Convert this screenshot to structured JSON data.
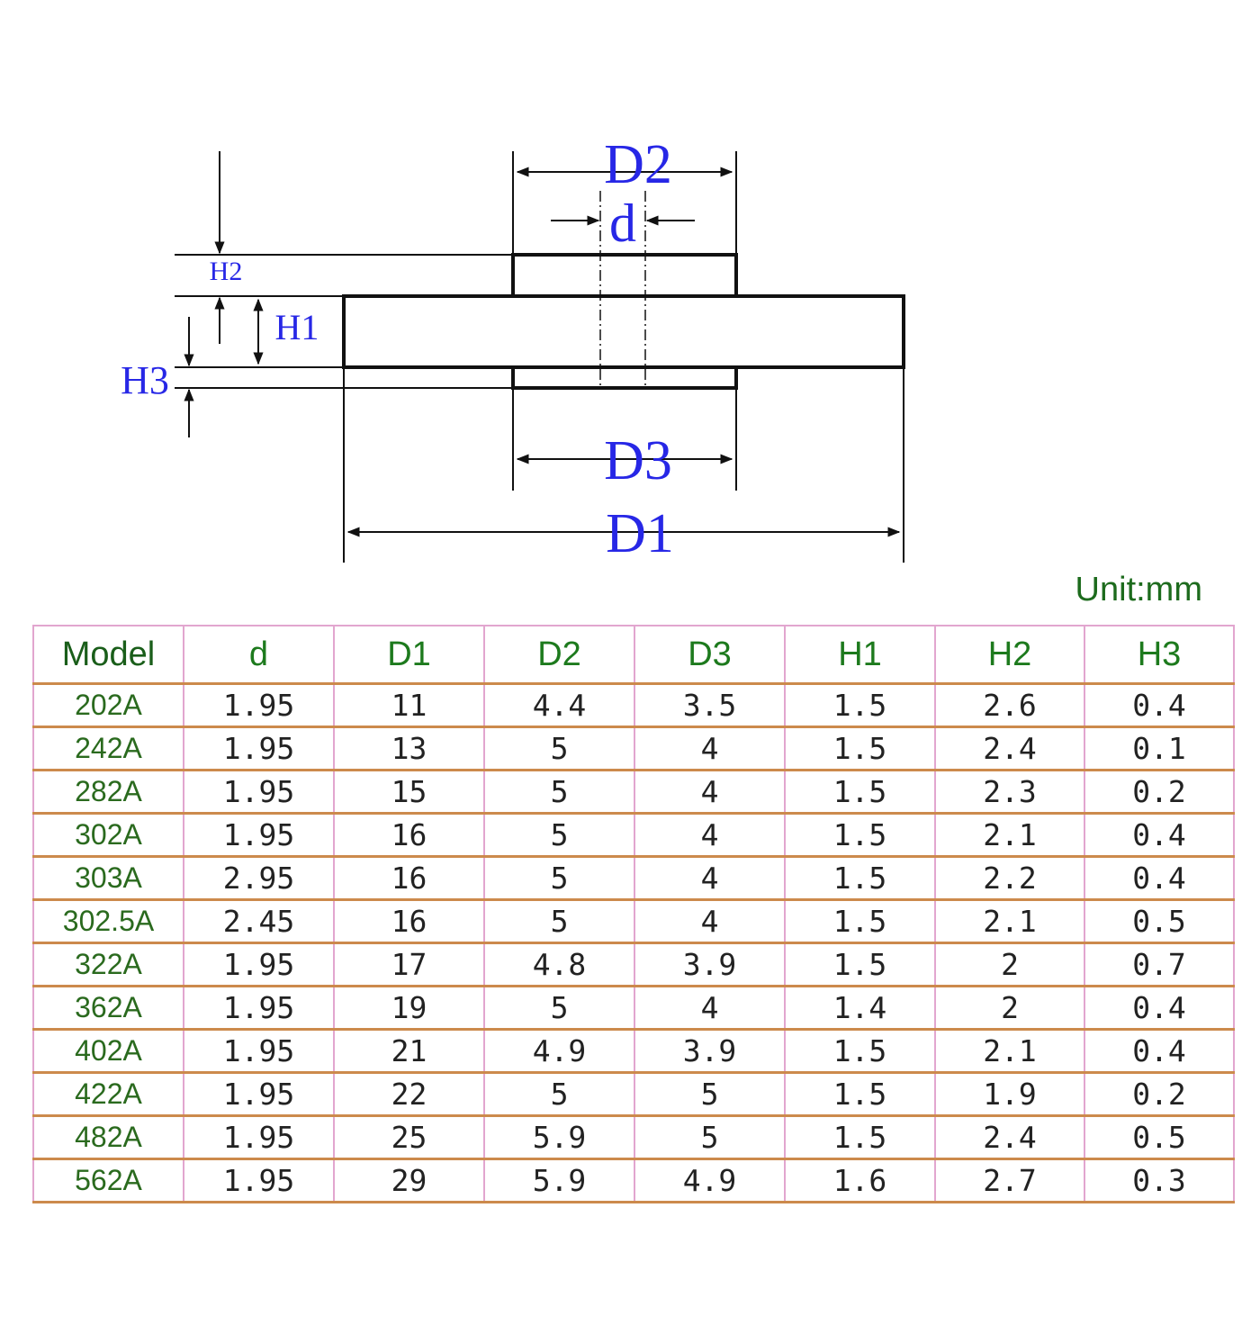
{
  "diagram": {
    "labels": {
      "D2": "D2",
      "d": "d",
      "H2": "H2",
      "H1": "H1",
      "H3": "H3",
      "D3": "D3",
      "D1": "D1"
    },
    "text_color": "#2727e6",
    "line_color": "#111111"
  },
  "unit_label": "Unit:mm",
  "table": {
    "columns": [
      "Model",
      "d",
      "D1",
      "D2",
      "D3",
      "H1",
      "H2",
      "H3"
    ],
    "rows": [
      [
        "202A",
        "1.95",
        "11",
        "4.4",
        "3.5",
        "1.5",
        "2.6",
        "0.4"
      ],
      [
        "242A",
        "1.95",
        "13",
        "5",
        "4",
        "1.5",
        "2.4",
        "0.1"
      ],
      [
        "282A",
        "1.95",
        "15",
        "5",
        "4",
        "1.5",
        "2.3",
        "0.2"
      ],
      [
        "302A",
        "1.95",
        "16",
        "5",
        "4",
        "1.5",
        "2.1",
        "0.4"
      ],
      [
        "303A",
        "2.95",
        "16",
        "5",
        "4",
        "1.5",
        "2.2",
        "0.4"
      ],
      [
        "302.5A",
        "2.45",
        "16",
        "5",
        "4",
        "1.5",
        "2.1",
        "0.5"
      ],
      [
        "322A",
        "1.95",
        "17",
        "4.8",
        "3.9",
        "1.5",
        "2",
        "0.7"
      ],
      [
        "362A",
        "1.95",
        "19",
        "5",
        "4",
        "1.4",
        "2",
        "0.4"
      ],
      [
        "402A",
        "1.95",
        "21",
        "4.9",
        "3.9",
        "1.5",
        "2.1",
        "0.4"
      ],
      [
        "422A",
        "1.95",
        "22",
        "5",
        "5",
        "1.5",
        "1.9",
        "0.2"
      ],
      [
        "482A",
        "1.95",
        "25",
        "5.9",
        "5",
        "1.5",
        "2.4",
        "0.5"
      ],
      [
        "562A",
        "1.95",
        "29",
        "5.9",
        "4.9",
        "1.6",
        "2.7",
        "0.3"
      ]
    ],
    "colors": {
      "header_text": "#1d7a1d",
      "model_text": "#2a6a1e",
      "cell_text": "#222222",
      "vertical_border": "#e2a6cf",
      "row_border": "#cc8a4c"
    }
  }
}
